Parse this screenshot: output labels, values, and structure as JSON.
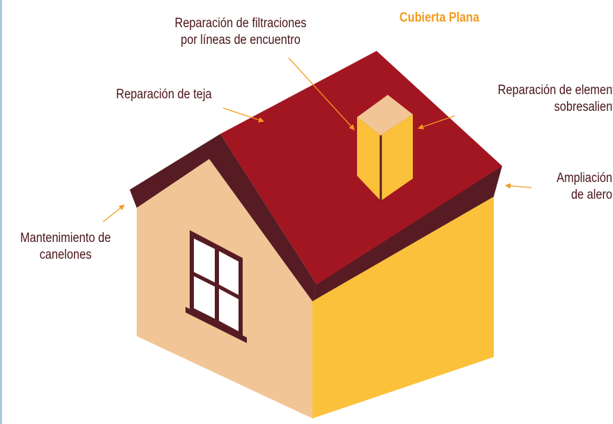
{
  "title": "Cubierta Plana",
  "labels": {
    "filtraciones": [
      "Reparación de filtraciones",
      "por líneas de encuentro"
    ],
    "teja": "Reparación de teja",
    "elementos": [
      "Reparación de elementos",
      "sobresalientes"
    ],
    "alero": [
      "Ampliación",
      "de alero"
    ],
    "canelones": [
      "Mantenimiento de",
      "canelones"
    ]
  },
  "colors": {
    "title": "#f39b1e",
    "label_text": "#4a1419",
    "arrow": "#f39b1e",
    "roof": "#a21622",
    "roof_edge": "#571c23",
    "wall_front": "#f1c596",
    "wall_side": "#fcc13a",
    "chimney_front": "#fcc13a",
    "chimney_top": "#f1c596",
    "window_frame": "#571c23"
  }
}
